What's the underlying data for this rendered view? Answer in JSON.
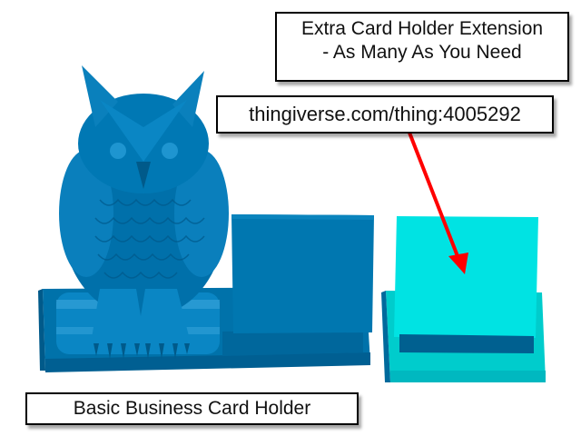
{
  "labels": {
    "extension_line1": "Extra Card Holder Extension",
    "extension_line2": "- As Many As You Need",
    "url": "thingiverse.com/thing:4005292",
    "basic": "Basic Business Card Holder"
  },
  "colors": {
    "basic_holder": "#0070a8",
    "basic_holder_dark": "#005a8a",
    "extension_holder": "#00e0e0",
    "extension_holder_base": "#00c8cc",
    "extension_slot": "#006090",
    "arrow": "#ff0000"
  },
  "icons": {
    "owl_model": "owl-3d-model",
    "arrow": "red-arrow"
  }
}
